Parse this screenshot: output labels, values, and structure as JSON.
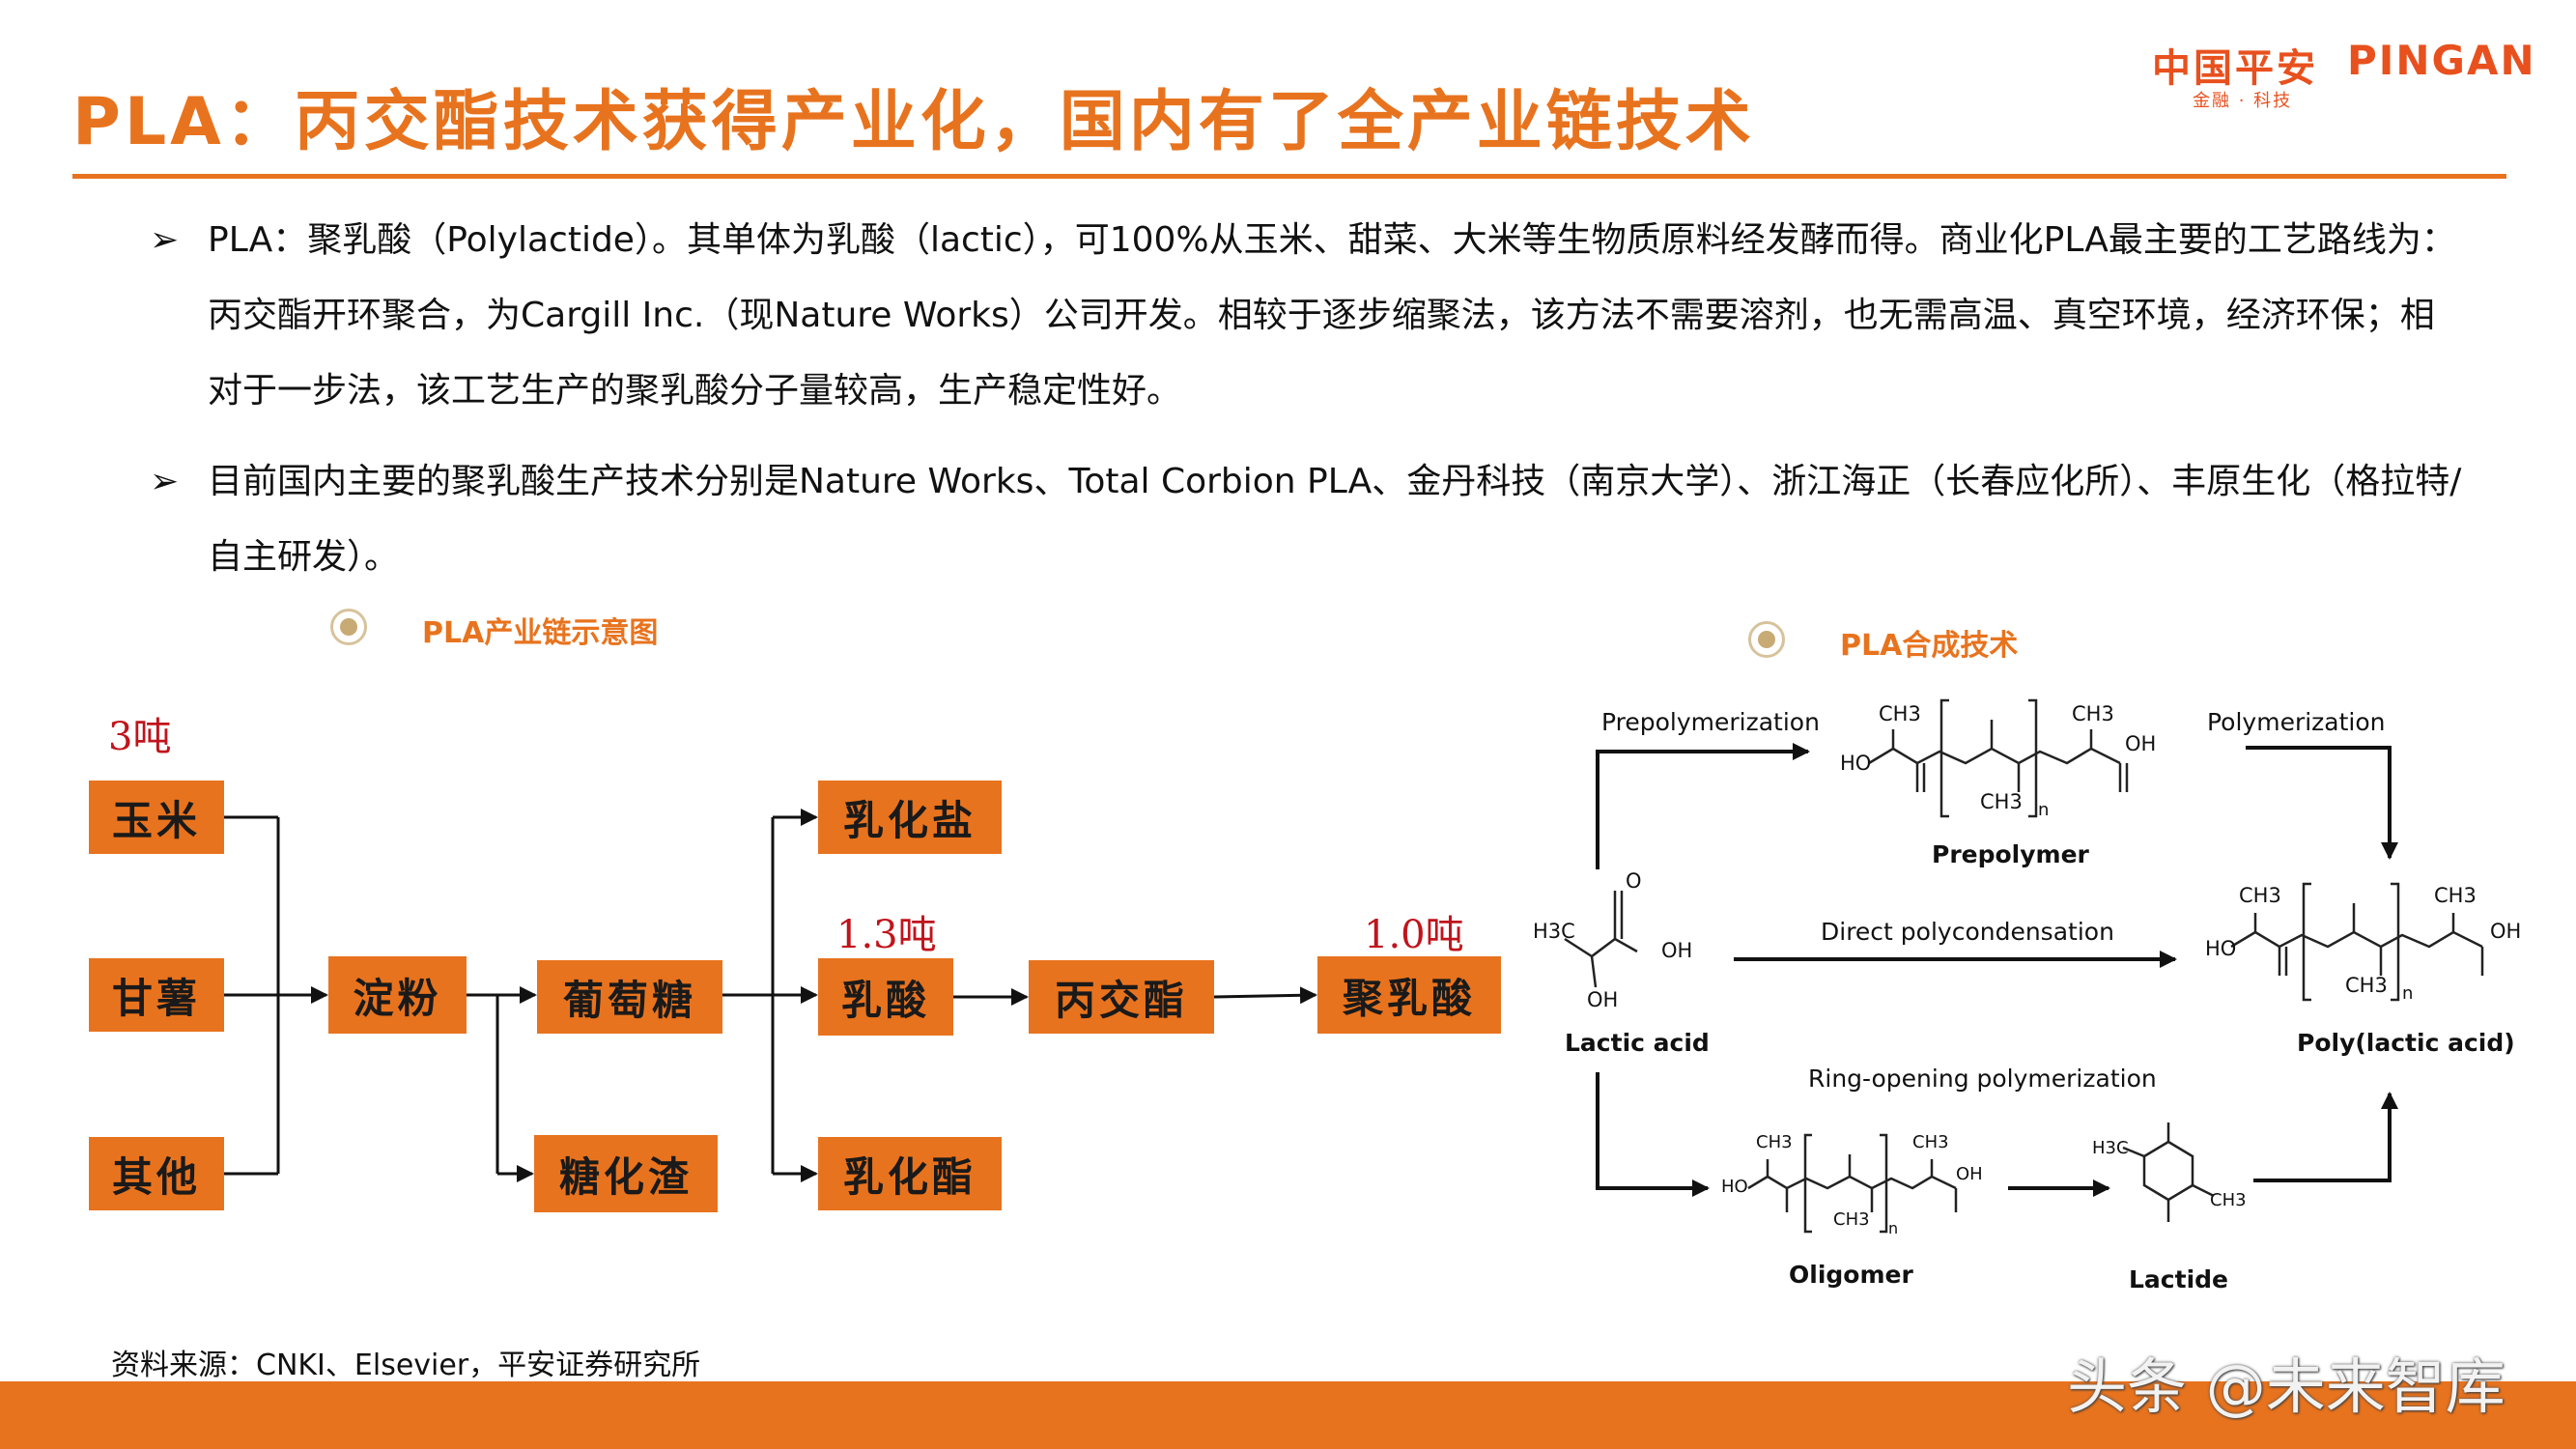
{
  "header": {
    "title": "PLA：丙交酯技术获得产业化，国内有了全产业链技术",
    "logo_cn": "中国平安",
    "logo_en": "PINGAN",
    "logo_sub": "金融 · 科技"
  },
  "bullets": [
    {
      "mark": "➢",
      "text": "PLA：聚乳酸（Polylactide）。其单体为乳酸（lactic），可100%从玉米、甜菜、大米等生物质原料经发酵而得。商业化PLA最主要的工艺路线为：丙交酯开环聚合，为Cargill Inc.（现Nature Works）公司开发。相较于逐步缩聚法，该方法不需要溶剂，也无需高温、真空环境，经济环保；相对于一步法，该工艺生产的聚乳酸分子量较高，生产稳定性好。"
    },
    {
      "mark": "➢",
      "text": "目前国内主要的聚乳酸生产技术分别是Nature Works、Total Corbion PLA、金丹科技（南京大学）、浙江海正（长春应化所）、丰原生化（格拉特/自主研发）。"
    }
  ],
  "left_section": {
    "label": "PLA产业链示意图",
    "boxes": {
      "corn": "玉米",
      "sweet_potato": "甘薯",
      "other": "其他",
      "starch": "淀粉",
      "glucose": "葡萄糖",
      "sugar_residue": "糖化渣",
      "lactate_salt": "乳化盐",
      "lactic_acid": "乳酸",
      "lactate_ester": "乳化酯",
      "lactide": "丙交酯",
      "pla": "聚乳酸"
    },
    "quantities": {
      "input": "3吨",
      "lactic_acid": "1.3吨",
      "pla": "1.0吨"
    }
  },
  "right_section": {
    "label": "PLA合成技术",
    "labels": {
      "prepolymerization": "Prepolymerization",
      "polymerization": "Polymerization",
      "prepolymer": "Prepolymer",
      "direct": "Direct polycondensation",
      "lactic_acid": "Lactic acid",
      "pla": "Poly(lactic acid)",
      "ring_opening": "Ring-opening polymerization",
      "oligomer": "Oligomer",
      "lactide": "Lactide"
    },
    "atoms": {
      "ch3": "CH3",
      "ho": "HO",
      "oh": "OH",
      "o": "O",
      "n": "n",
      "h3c": "H3C"
    }
  },
  "footer": {
    "source": "资料来源：CNKI、Elsevier，平安证券研究所",
    "watermark": "头条 @未来智库"
  },
  "colors": {
    "accent": "#e8731e",
    "quantity_red": "#c0141c",
    "section_icon": "#c8aa74"
  }
}
